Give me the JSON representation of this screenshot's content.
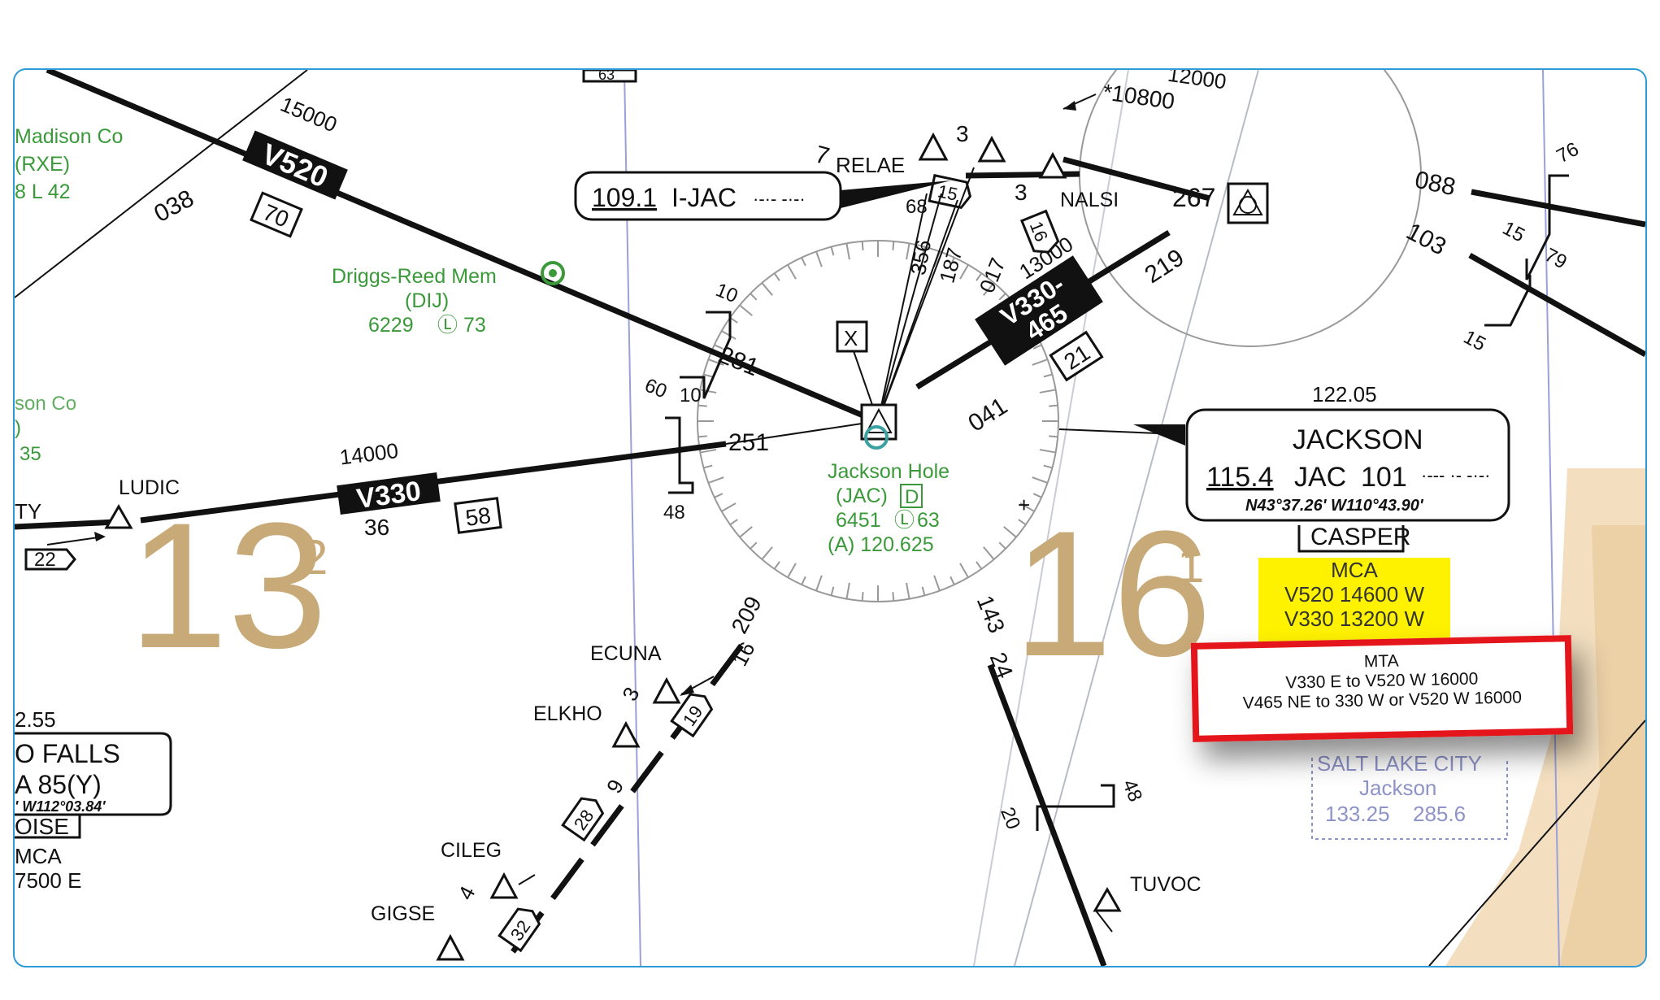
{
  "routes": {
    "v520": {
      "name": "V520",
      "mea": "15000",
      "mileage": "70",
      "radial_sw": "038",
      "radial_ne": "281"
    },
    "v330": {
      "name": "V330",
      "mea": "14000",
      "mileage": "58",
      "distance": "36",
      "radial": "251"
    },
    "v330_465": {
      "name_top": "V330-",
      "name_bottom": "465",
      "mea": "13000",
      "mileage": "21",
      "radial_sw": "041",
      "radial_ne": "219"
    }
  },
  "cop": {
    "v520": {
      "upper": "10",
      "lower_left": "60",
      "lower_right": "10"
    },
    "v330": {
      "lower": "48"
    },
    "south": {
      "left": "20",
      "right": "48"
    },
    "east_upper": {
      "left": "15",
      "top": "76",
      "bottom": "79"
    },
    "east_lower": {
      "value": "15"
    }
  },
  "fixes": {
    "relae": "RELAE",
    "nalsi": "NALSI",
    "ludic": "LUDIC",
    "ecuna": "ECUNA",
    "elkho": "ELKHO",
    "cileg": "CILEG",
    "gigse": "GIGSE",
    "tuvoc": "TUVOC"
  },
  "north_labels": {
    "seven": "7",
    "three_a": "3",
    "three_b": "3",
    "fifteen_box": "15",
    "sixteen_box": "16",
    "sixty_eight": "68",
    "mea_12000": "12000",
    "mea_10800": "*10800",
    "radial_267": "267",
    "top_box": "63"
  },
  "localizer": {
    "freq": "109.1",
    "ident": "I-JAC",
    "morse": "·-·- -·-·"
  },
  "radials_north": [
    "356",
    "187",
    "017"
  ],
  "x_box": "X",
  "south_routes": {
    "radial_209": "209",
    "sixteen": "16",
    "nineteen": "19",
    "three": "3",
    "nine": "9",
    "twenty_eight": "28",
    "four": "4",
    "thirty_two": "32",
    "radial_143": "143",
    "twenty_four": "24"
  },
  "airports": {
    "driggs": {
      "name": "Driggs-Reed Mem",
      "ident": "(DIJ)",
      "elev": "6229",
      "runway": "73"
    },
    "jackson_hole": {
      "name": "Jackson Hole",
      "ident": "(JAC)",
      "class": "D",
      "elev": "6451",
      "runway": "63",
      "atis": "(A) 120.625"
    },
    "madison": {
      "name": "Madison Co",
      "ident": "(RXE)",
      "info": "8  L  42"
    },
    "west_partial": {
      "name": "son Co",
      "ident": ")",
      "num": "35"
    }
  },
  "vor_jackson": {
    "freq_above": "122.05",
    "name": "JACKSON",
    "freq": "115.4",
    "ident": "JAC",
    "channel": "101",
    "morse": "·--- ·- -·-·",
    "coords": "N43°37.26' W110°43.90'",
    "fss": "CASPER"
  },
  "west_vor": {
    "freq": "2.55",
    "name": "O FALLS",
    "line2": "A  85(Y)",
    "coords": "' W112°03.84'",
    "fss": "OISE",
    "mca": "MCA",
    "mca_val": "7500 E"
  },
  "ludic_side": {
    "ty": "TY",
    "twenty_two": "22"
  },
  "mef": {
    "left_main": "13",
    "left_sup": "2",
    "right_main": "16",
    "right_sup": "1"
  },
  "misc": {
    "east_088": "088",
    "east_103": "103"
  },
  "mca": {
    "title": "MCA",
    "line1": "V520 14600 W",
    "line2": "V330 13200 W"
  },
  "mta": {
    "title": "MTA",
    "line1": "V330 E to V520 W 16000",
    "line2": "V465 NE to 330 W or V520 W 16000"
  },
  "salt_lake": {
    "name": "SALT LAKE CITY",
    "sub": "Jackson",
    "freq1": "133.25",
    "freq2": "285.6"
  },
  "colors": {
    "frame": "#2e9bd6",
    "mca_bg": "#fff200",
    "mta_border": "#e4161b",
    "airport_green": "#3a9a3a",
    "mef_tan": "#c8aa78"
  }
}
